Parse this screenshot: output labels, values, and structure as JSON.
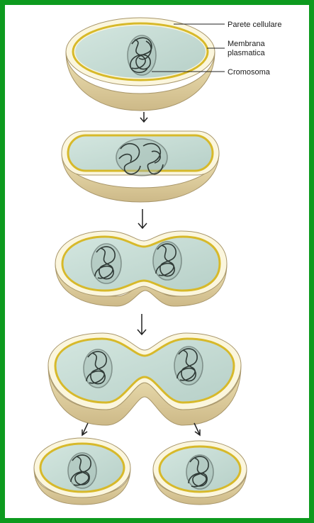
{
  "labels": {
    "cell_wall": "Parete cellulare",
    "plasma_membrane_line1": "Membrana",
    "plasma_membrane_line2": "plasmatica",
    "chromosome": "Cromosoma"
  },
  "colors": {
    "frame": "#0d9a1e",
    "wall_top": "#fbf6dd",
    "wall_side": "#e6d6a0",
    "membrane": "#d7b92a",
    "cytoplasm": "#c8ddd6",
    "chromosome": "#2f3a36"
  },
  "stages": [
    {
      "step": 1,
      "shape": "single oval cell",
      "chromosomes": 1
    },
    {
      "step": 2,
      "shape": "elongated cell, chromosome replicating",
      "chromosomes": 2
    },
    {
      "step": 3,
      "shape": "constricting cell, chromosomes separated",
      "chromosomes": 2
    },
    {
      "step": 4,
      "shape": "deeply constricted cell",
      "chromosomes": 2
    },
    {
      "step": 5,
      "shape": "two daughter cells",
      "chromosomes": 2
    }
  ]
}
